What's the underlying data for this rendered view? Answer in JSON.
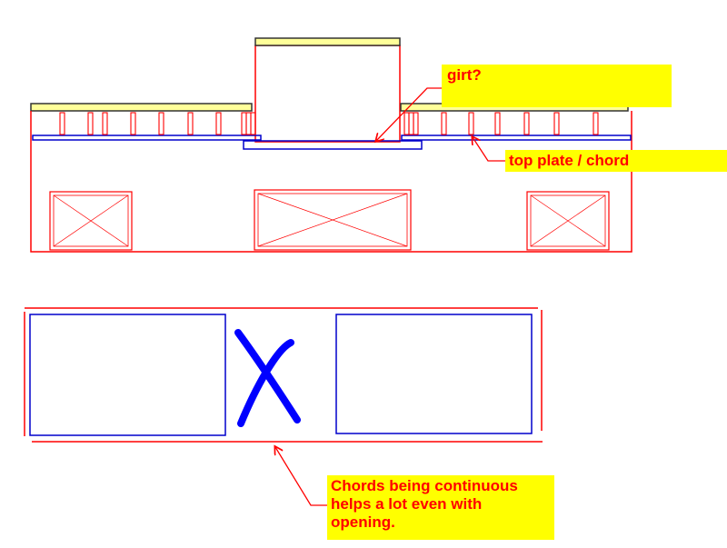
{
  "colors": {
    "framing": "#ff0000",
    "plate": "#0000cc",
    "roof_strip": "#ffff99",
    "callout_bg": "#ffff00",
    "callout_text": "#ff0000",
    "marker": "#0000ff"
  },
  "callouts": {
    "girt": "girt?",
    "top_plate": "top plate / chord",
    "chords_note": "Chords being continuous\nhelps a lot even with\nopening."
  }
}
